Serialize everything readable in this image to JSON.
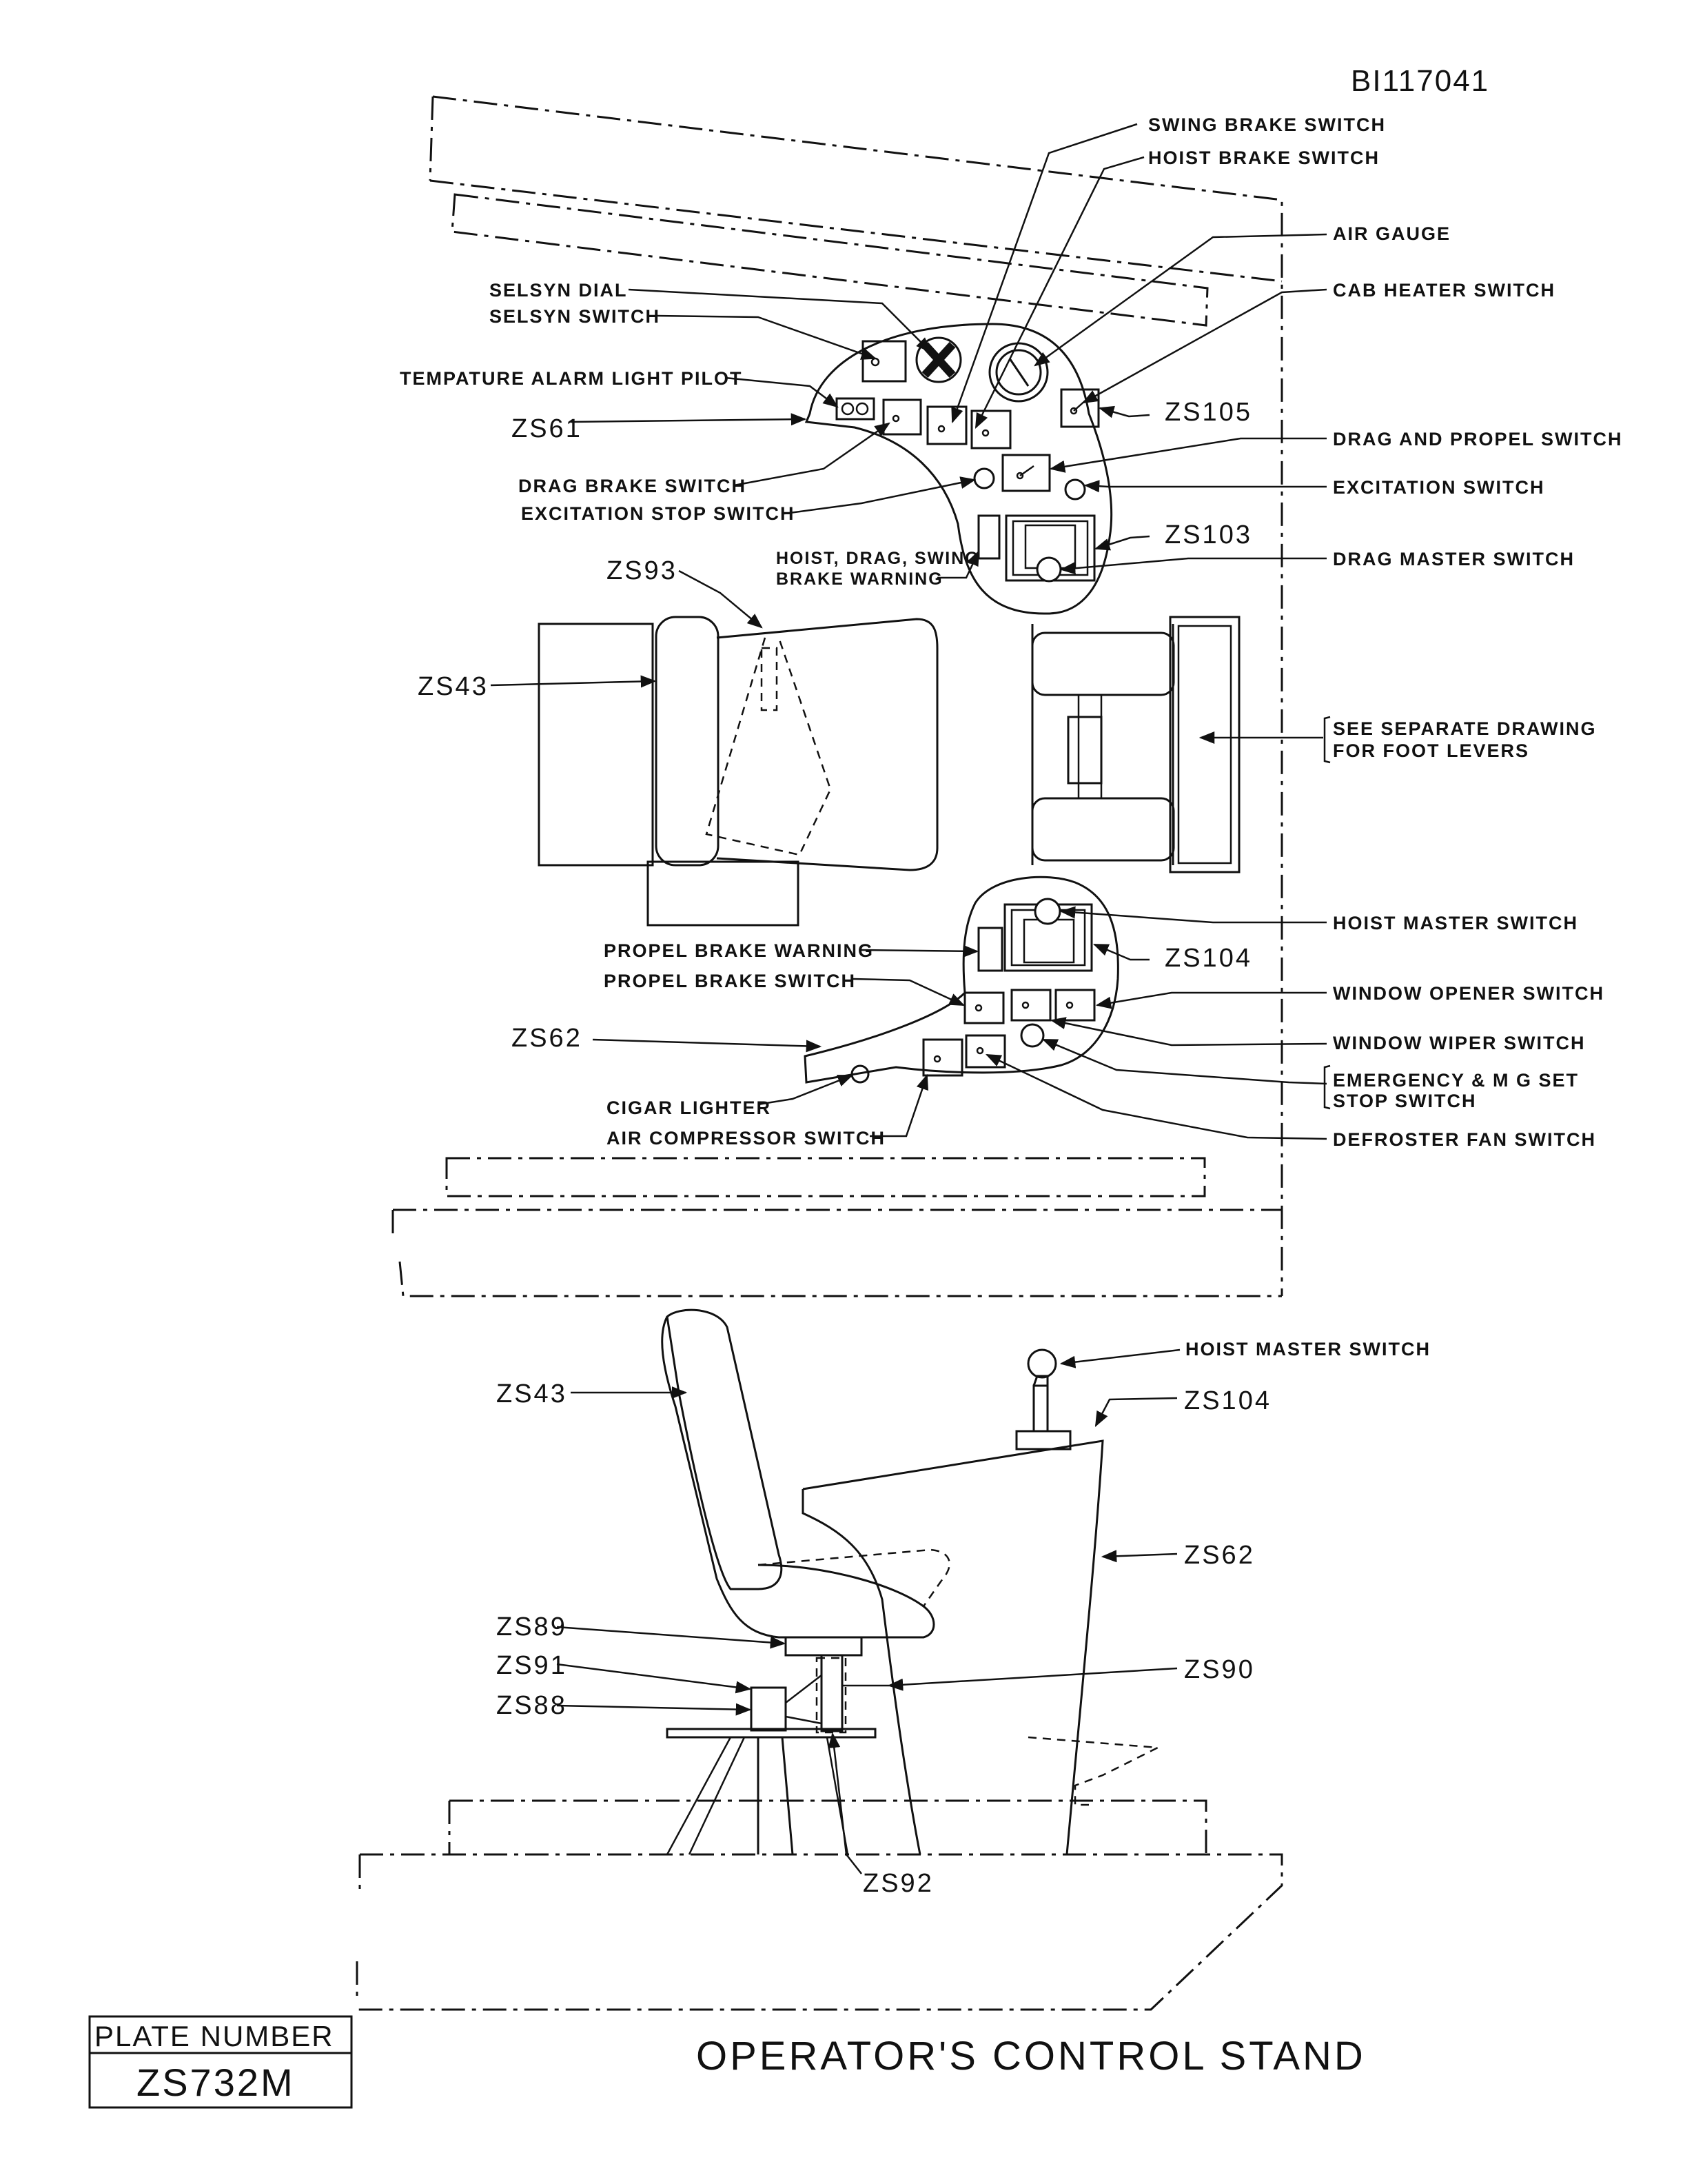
{
  "drawing_number": "BI117041",
  "title": "OPERATOR'S CONTROL STAND",
  "plate": {
    "label": "PLATE NUMBER",
    "number": "ZS732M"
  },
  "plan_view": {
    "labels": {
      "swing_brake_switch": "SWING BRAKE SWITCH",
      "hoist_brake_switch": "HOIST BRAKE SWITCH",
      "air_gauge": "AIR GAUGE",
      "cab_heater_switch": "CAB HEATER SWITCH",
      "selsyn_dial": "SELSYN DIAL",
      "selsyn_switch": "SELSYN SWITCH",
      "temp_alarm": "TEMPATURE ALARM LIGHT PILOT",
      "drag_propel_switch": "DRAG AND PROPEL SWITCH",
      "drag_brake_switch": "DRAG BRAKE SWITCH",
      "excitation_switch": "EXCITATION SWITCH",
      "excitation_stop_switch": "EXCITATION STOP SWITCH",
      "brake_warning_1": "HOIST, DRAG, SWING",
      "brake_warning_2": "BRAKE WARNING",
      "drag_master_switch": "DRAG MASTER SWITCH",
      "foot_levers_1": "SEE SEPARATE DRAWING",
      "foot_levers_2": "FOR FOOT LEVERS",
      "hoist_master_switch": "HOIST MASTER SWITCH",
      "propel_brake_warning": "PROPEL BRAKE WARNING",
      "propel_brake_switch": "PROPEL BRAKE SWITCH",
      "window_opener_switch": "WINDOW OPENER SWITCH",
      "window_wiper_switch": "WINDOW WIPER SWITCH",
      "emergency_1": "EMERGENCY & M G SET",
      "emergency_2": "STOP SWITCH",
      "cigar_lighter": "CIGAR LIGHTER",
      "air_compressor_switch": "AIR COMPRESSOR SWITCH",
      "defroster_fan_switch": "DEFROSTER FAN SWITCH"
    },
    "codes": {
      "zs61": "ZS61",
      "zs105": "ZS105",
      "zs103": "ZS103",
      "zs93": "ZS93",
      "zs43": "ZS43",
      "zs104": "ZS104",
      "zs62": "ZS62"
    }
  },
  "side_view": {
    "labels": {
      "hoist_master_switch": "HOIST MASTER SWITCH"
    },
    "codes": {
      "zs43": "ZS43",
      "zs104": "ZS104",
      "zs62": "ZS62",
      "zs89": "ZS89",
      "zs91": "ZS91",
      "zs88": "ZS88",
      "zs90": "ZS90",
      "zs92": "ZS92"
    }
  }
}
